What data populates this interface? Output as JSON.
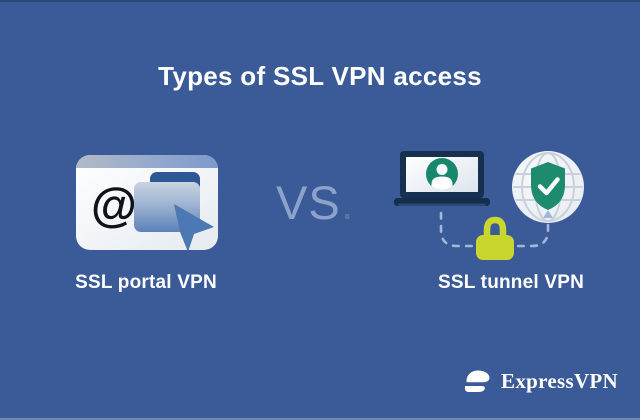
{
  "title": "Types of SSL VPN access",
  "comparison": {
    "vs_text": "VS",
    "vs_period": ".",
    "portal": {
      "at_symbol": "@",
      "label": "SSL portal VPN"
    },
    "tunnel": {
      "label": "SSL tunnel VPN"
    }
  },
  "branding": {
    "wordmark": "ExpressVPN"
  },
  "colors": {
    "background": "#3B5B98",
    "title_text": "#FFFFFF",
    "vs_text": "#8CA2C9",
    "vs_period": "#5873A4",
    "label_text": "#FFFFFF",
    "teal_accent": "#1E8A6E",
    "lock_yellow": "#C9D62E",
    "dash_blue": "#A3B6D9",
    "laptop_navy": "#16304F",
    "folder_tab_blue": "#2E5795",
    "cursor_blue": "#4C79B4"
  },
  "icons": {
    "portal_card": "browser-window-icon with at-symbol, folder-icon, cursor-arrow-icon",
    "laptop": "laptop-icon with user-avatar-icon",
    "globe_shield": "globe-icon with shield-check-icon",
    "padlock": "padlock-icon on dashed-tunnel-path with arrow-up-icon",
    "logo": "expressvpn-logo-icon"
  }
}
